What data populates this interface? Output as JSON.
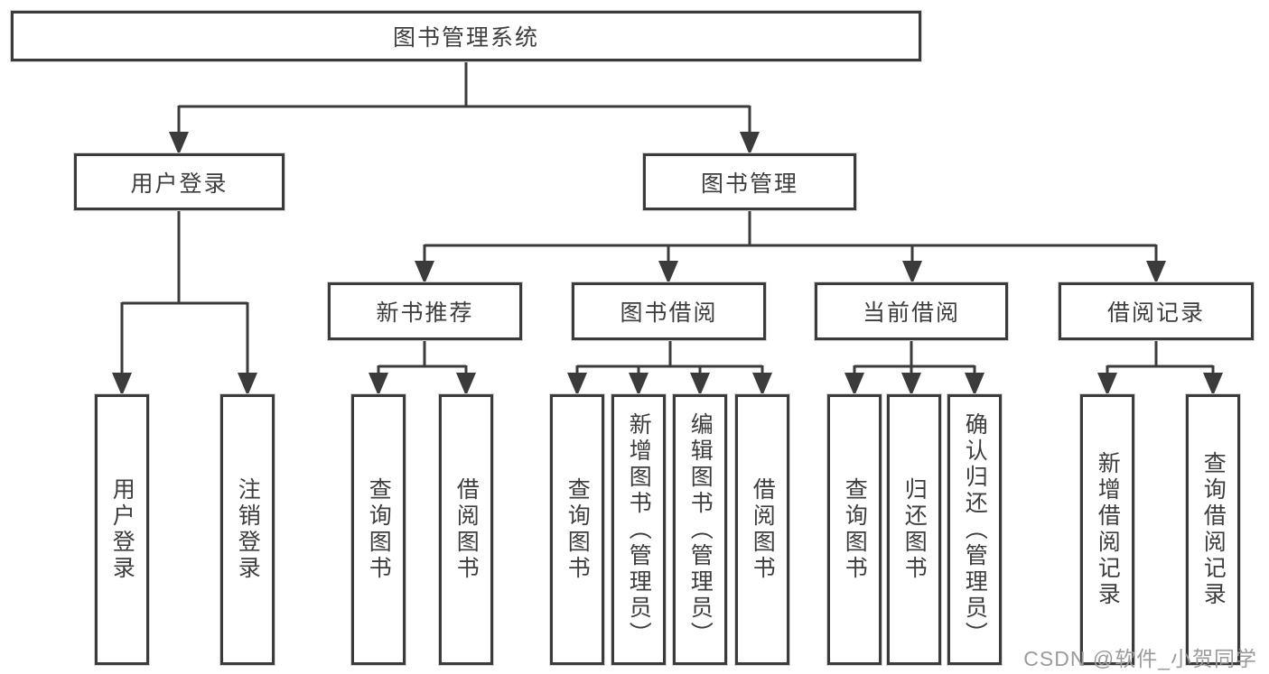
{
  "tree": {
    "root": {
      "label": "图书管理系统"
    },
    "branches": [
      {
        "label": "用户登录",
        "leaves": [
          {
            "label": "用户登录"
          },
          {
            "label": "注销登录"
          }
        ]
      },
      {
        "label": "图书管理",
        "groups": [
          {
            "label": "新书推荐",
            "leaves": [
              {
                "label": "查询图书"
              },
              {
                "label": "借阅图书"
              }
            ]
          },
          {
            "label": "图书借阅",
            "leaves": [
              {
                "label": "查询图书"
              },
              {
                "label": "新增图书（管理员）"
              },
              {
                "label": "编辑图书（管理员）"
              },
              {
                "label": "借阅图书"
              }
            ]
          },
          {
            "label": "当前借阅",
            "leaves": [
              {
                "label": "查询图书"
              },
              {
                "label": "归还图书"
              },
              {
                "label": "确认归还（管理员）"
              }
            ]
          },
          {
            "label": "借阅记录",
            "leaves": [
              {
                "label": "新增借阅记录"
              },
              {
                "label": "查询借阅记录"
              }
            ]
          }
        ]
      }
    ]
  },
  "watermark": {
    "text": "CSDN @软件_小贺同学"
  },
  "colors": {
    "line": "#3b3b3b",
    "box_border": "#3b3b3b",
    "text": "#3d3d3d",
    "watermark": "#9b9b9b",
    "background": "#ffffff"
  }
}
